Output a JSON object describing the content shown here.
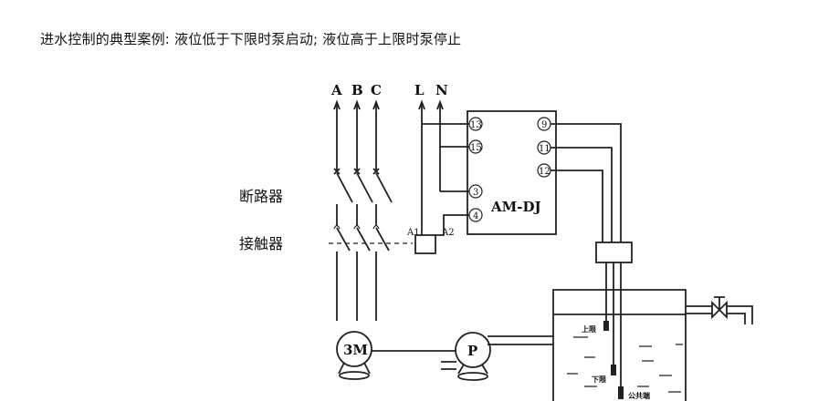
{
  "caption": "进水控制的典型案例: 液位低于下限时泵启动; 液位高于上限时泵停止",
  "phases": [
    "A",
    "B",
    "C"
  ],
  "supply": [
    "L",
    "N"
  ],
  "labels": {
    "breaker": "断路器",
    "contactor": "接触器",
    "coil_a1": "A1",
    "coil_a2": "A2",
    "controller": "AM-DJ",
    "motor": "3M",
    "pump": "P",
    "upper_limit": "上限",
    "lower_limit": "下限",
    "common": "公共端"
  },
  "controller_terminals_left": [
    "13",
    "15",
    "3",
    "4"
  ],
  "controller_terminals_right": [
    "9",
    "11",
    "12"
  ]
}
